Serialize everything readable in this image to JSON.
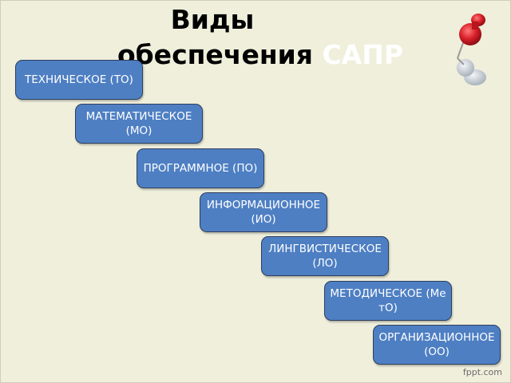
{
  "title": {
    "line1": "Виды",
    "line2_main": "обеспечения ",
    "line2_accent": "САПР"
  },
  "boxes": [
    {
      "label": "ТЕХНИЧЕСКОЕ (ТО)"
    },
    {
      "label": "МАТЕМАТИЧЕСКОЕ (МО)"
    },
    {
      "label": "ПРОГРАММНОЕ (ПО)"
    },
    {
      "label": "ИНФОРМАЦИОННОЕ (ИО)"
    },
    {
      "label": "ЛИНГВИСТИЧЕСКОЕ (ЛО)"
    },
    {
      "label": "МЕТОДИЧЕСКОЕ (МетО)"
    },
    {
      "label": "ОРГАНИЗАЦИОННОЕ (ОО)"
    }
  ],
  "watermark": "fppt.com",
  "colors": {
    "background": "#efefdc",
    "box_fill": "#4e7fc3",
    "box_border": "#2d3f5e",
    "title_accent": "#ffffff",
    "pin_red": "#d9202a"
  },
  "icons": {
    "pin": "push-pin-icon"
  }
}
